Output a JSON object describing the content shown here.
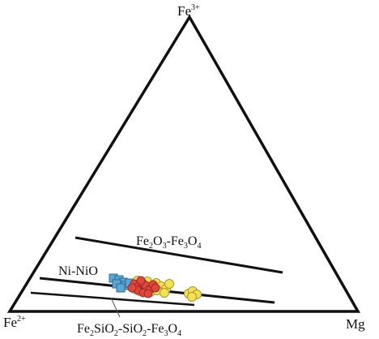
{
  "vertices": {
    "top": {
      "base": "Fe",
      "sup": "3+"
    },
    "left": {
      "base": "Fe",
      "sup": "2+"
    },
    "right": {
      "base": "Mg"
    }
  },
  "buffers": {
    "hm": {
      "parts": [
        {
          "t": "Fe",
          "k": "n"
        },
        {
          "t": "2",
          "k": "sub"
        },
        {
          "t": "O",
          "k": "n"
        },
        {
          "t": "3",
          "k": "sub"
        },
        {
          "t": "-Fe",
          "k": "n"
        },
        {
          "t": "3",
          "k": "sub"
        },
        {
          "t": "O",
          "k": "n"
        },
        {
          "t": "4",
          "k": "sub"
        }
      ]
    },
    "nno": {
      "parts": [
        {
          "t": "Ni-NiO",
          "k": "n"
        }
      ]
    },
    "fqm": {
      "parts": [
        {
          "t": "Fe",
          "k": "n"
        },
        {
          "t": "2",
          "k": "sub"
        },
        {
          "t": "SiO",
          "k": "n"
        },
        {
          "t": "2",
          "k": "sub"
        },
        {
          "t": "-SiO",
          "k": "n"
        },
        {
          "t": "2",
          "k": "sub"
        },
        {
          "t": "-Fe",
          "k": "n"
        },
        {
          "t": "3",
          "k": "sub"
        },
        {
          "t": "O",
          "k": "n"
        },
        {
          "t": "4",
          "k": "sub"
        }
      ]
    }
  },
  "colors": {
    "line": "#111111",
    "square_fill": "#5aa7d6",
    "square_stroke": "#2f6d93",
    "red_fill": "#e0463c",
    "red_stroke": "#9c2a22",
    "yellow_fill": "#f3e352",
    "yellow_stroke": "#a8952a"
  }
}
